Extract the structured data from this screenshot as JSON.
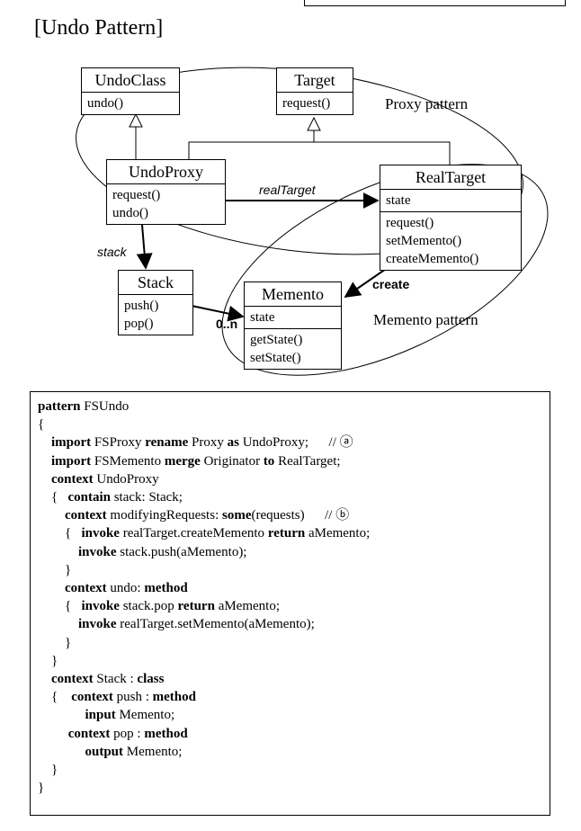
{
  "title": "[Undo Pattern]",
  "classes": {
    "undo_class": {
      "name": "UndoClass",
      "methods": [
        "undo()"
      ]
    },
    "target": {
      "name": "Target",
      "methods": [
        "request()"
      ]
    },
    "undo_proxy": {
      "name": "UndoProxy",
      "methods": [
        "request()",
        "undo()"
      ]
    },
    "real_target": {
      "name": "RealTarget",
      "attributes": [
        "state"
      ],
      "methods": [
        "request()",
        "setMemento()",
        "createMemento()"
      ]
    },
    "stack": {
      "name": "Stack",
      "methods": [
        "push()",
        "pop()"
      ]
    },
    "memento": {
      "name": "Memento",
      "attributes": [
        "state"
      ],
      "methods": [
        "getState()",
        "setState()"
      ]
    }
  },
  "labels": {
    "real_target_assoc": "realTarget",
    "stack_assoc": "stack",
    "create": "create",
    "multiplicity": "0..n",
    "proxy_pattern": "Proxy pattern",
    "memento_pattern": "Memento pattern"
  },
  "code": [
    [
      {
        "b": true,
        "t": "pattern"
      },
      {
        "t": " FSUndo"
      }
    ],
    [
      {
        "t": "{"
      }
    ],
    [
      {
        "t": "    "
      },
      {
        "b": true,
        "t": "import"
      },
      {
        "t": " FSProxy "
      },
      {
        "b": true,
        "t": "rename"
      },
      {
        "t": " Proxy "
      },
      {
        "b": true,
        "t": "as"
      },
      {
        "t": " UndoProxy;      // ⓐ"
      }
    ],
    [
      {
        "t": "    "
      },
      {
        "b": true,
        "t": "import"
      },
      {
        "t": " FSMemento "
      },
      {
        "b": true,
        "t": "merge"
      },
      {
        "t": " Originator "
      },
      {
        "b": true,
        "t": "to"
      },
      {
        "t": " RealTarget;"
      }
    ],
    [
      {
        "t": "    "
      },
      {
        "b": true,
        "t": "context"
      },
      {
        "t": " UndoProxy"
      }
    ],
    [
      {
        "t": "    {   "
      },
      {
        "b": true,
        "t": "contain"
      },
      {
        "t": " stack: Stack;"
      }
    ],
    [
      {
        "t": "        "
      },
      {
        "b": true,
        "t": "context"
      },
      {
        "t": " modifyingRequests: "
      },
      {
        "b": true,
        "t": "some"
      },
      {
        "t": "(requests)      // ⓑ"
      }
    ],
    [
      {
        "t": "        {   "
      },
      {
        "b": true,
        "t": "invoke"
      },
      {
        "t": " realTarget.createMemento "
      },
      {
        "b": true,
        "t": "return"
      },
      {
        "t": " aMemento;"
      }
    ],
    [
      {
        "t": "            "
      },
      {
        "b": true,
        "t": "invoke"
      },
      {
        "t": " stack.push(aMemento);"
      }
    ],
    [
      {
        "t": "        }"
      }
    ],
    [
      {
        "t": "        "
      },
      {
        "b": true,
        "t": "context"
      },
      {
        "t": " undo: "
      },
      {
        "b": true,
        "t": "method"
      }
    ],
    [
      {
        "t": "        {   "
      },
      {
        "b": true,
        "t": "invoke"
      },
      {
        "t": " stack.pop "
      },
      {
        "b": true,
        "t": "return"
      },
      {
        "t": " aMemento;"
      }
    ],
    [
      {
        "t": "            "
      },
      {
        "b": true,
        "t": "invoke"
      },
      {
        "t": " realTarget.setMemento(aMemento);"
      }
    ],
    [
      {
        "t": "        }"
      }
    ],
    [
      {
        "t": "    }"
      }
    ],
    [
      {
        "t": "    "
      },
      {
        "b": true,
        "t": "context"
      },
      {
        "t": " Stack : "
      },
      {
        "b": true,
        "t": "class"
      }
    ],
    [
      {
        "t": "    {    "
      },
      {
        "b": true,
        "t": "context"
      },
      {
        "t": " push : "
      },
      {
        "b": true,
        "t": "method"
      }
    ],
    [
      {
        "t": "              "
      },
      {
        "b": true,
        "t": "input"
      },
      {
        "t": " Memento;"
      }
    ],
    [
      {
        "t": "         "
      },
      {
        "b": true,
        "t": "context"
      },
      {
        "t": " pop : "
      },
      {
        "b": true,
        "t": "method"
      }
    ],
    [
      {
        "t": "              "
      },
      {
        "b": true,
        "t": "output"
      },
      {
        "t": " Memento;"
      }
    ],
    [
      {
        "t": "    }"
      }
    ],
    [
      {
        "t": "}"
      }
    ]
  ]
}
